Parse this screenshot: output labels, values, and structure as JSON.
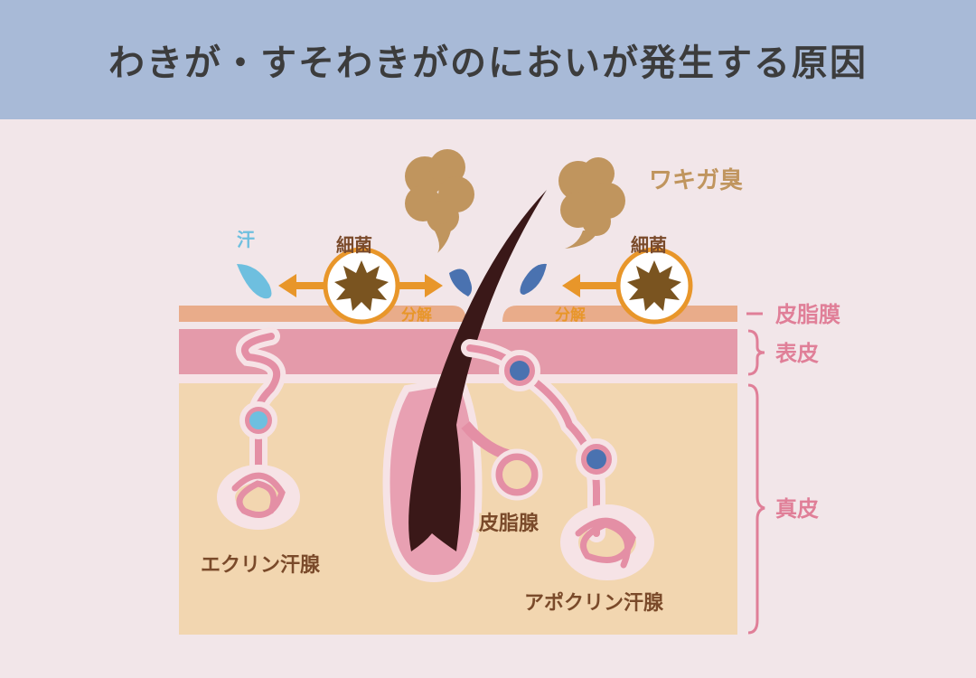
{
  "header": {
    "title": "わきが・すそわきがのにおいが発生する原因"
  },
  "labels": {
    "odor": "ワキガ臭",
    "sweat": "汗",
    "bacteria_left": "細菌",
    "bacteria_right": "細菌",
    "decompose_left": "分解",
    "decompose_right": "分解",
    "sebum_film": "皮脂膜",
    "epidermis": "表皮",
    "dermis": "真皮",
    "sebaceous_gland": "皮脂腺",
    "eccrine_gland": "エクリン汗腺",
    "apocrine_gland": "アポクリン汗腺"
  },
  "colors": {
    "header": "#a8bad7",
    "background": "#f2e6e9",
    "dermis": "#f2d6b0",
    "epidermis": "#e49aaa",
    "sebum_film": "#e9ac8a",
    "hair": "#3a1818",
    "odor": "#c0955e",
    "arrow": "#e8962a",
    "bacteria": "#7a5420",
    "apocrine_sweat": "#4a72b0",
    "eccrine_sweat": "#6ebfdf",
    "label_pink": "#e07f98",
    "label_brown": "#7a4a2a"
  }
}
